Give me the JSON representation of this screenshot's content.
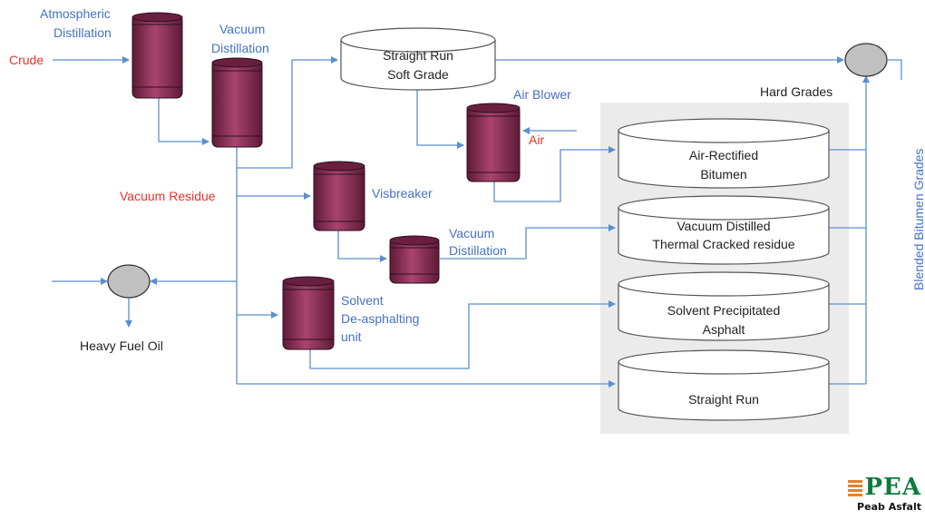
{
  "labels": {
    "atmospheric_1": "Atmospheric",
    "atmospheric_2": "Distillation",
    "crude": "Crude",
    "vacuum_1": "Vacuum",
    "vacuum_2": "Distillation",
    "straight_run_soft_1": "Straight Run",
    "straight_run_soft_2": "Soft Grade",
    "air_blower": "Air Blower",
    "air": "Air",
    "hard_grades": "Hard Grades",
    "vacuum_residue": "Vacuum Residue",
    "visbreaker": "Visbreaker",
    "vacuum2_1": "Vacuum",
    "vacuum2_2": "Distillation",
    "solvent_1": "Solvent",
    "solvent_2": "De-asphalting",
    "solvent_3": "unit",
    "heavy_fuel_oil": "Heavy Fuel Oil",
    "blended": "Blended Bitumen Grades",
    "air_rectified_1": "Air-Rectified",
    "air_rectified_2": "Bitumen",
    "vdtc_1": "Vacuum Distilled",
    "vdtc_2": "Thermal Cracked residue",
    "spa_1": "Solvent Precipitated",
    "spa_2": "Asphalt",
    "straight_run": "Straight Run"
  },
  "logo": {
    "mark": "PEA",
    "subtitle": "Peab Asfalt"
  },
  "colors": {
    "vessel": "#8b2e52",
    "flow": "#5b8fd0",
    "label_blue": "#4472c4",
    "label_red": "#e8332a",
    "hard_grades_panel": "#ebebeb",
    "logo_green": "#0f7a3d",
    "logo_orange": "#e8802a"
  }
}
